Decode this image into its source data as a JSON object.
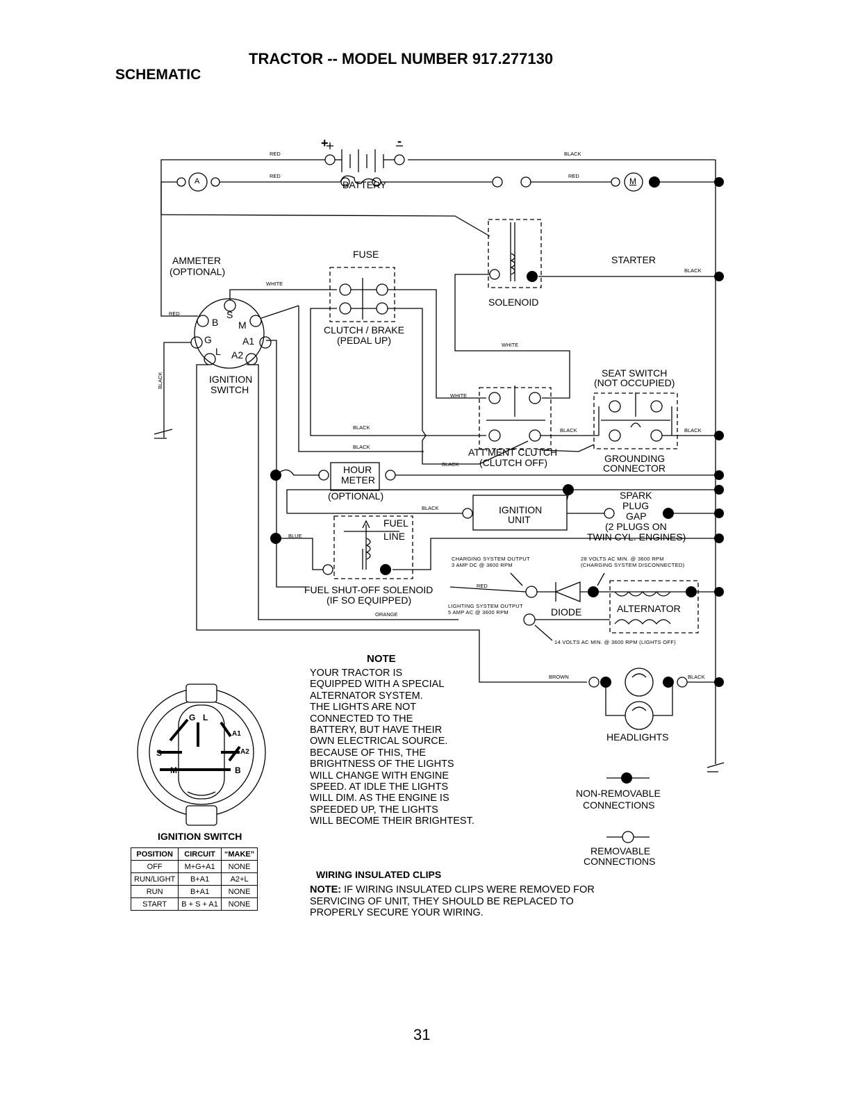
{
  "header": {
    "title": "TRACTOR -- MODEL NUMBER 917.277130",
    "section": "SCHEMATIC"
  },
  "components": {
    "battery": "BATTERY",
    "battery_plus": "+",
    "battery_minus": "-",
    "ammeter": "AMMETER",
    "ammeter_optional": "(OPTIONAL)",
    "ammeter_symbol": "A",
    "fuse": "FUSE",
    "starter": "STARTER",
    "starter_symbol": "M",
    "solenoid": "SOLENOID",
    "clutch_brake_1": "CLUTCH / BRAKE",
    "clutch_brake_2": "(PEDAL UP)",
    "ignition_switch_1": "IGNITION",
    "ignition_switch_2": "SWITCH",
    "seat_switch_1": "SEAT SWITCH",
    "seat_switch_2": "(NOT OCCUPIED)",
    "attment_clutch_1": "ATT'MENT CLUTCH",
    "attment_clutch_2": "(CLUTCH OFF)",
    "grounding_1": "GROUNDING",
    "grounding_2": "CONNECTOR",
    "hour_meter_1": "HOUR",
    "hour_meter_2": "METER",
    "hour_meter_optional": "(OPTIONAL)",
    "ignition_unit_1": "IGNITION",
    "ignition_unit_2": "UNIT",
    "spark_1": "SPARK",
    "spark_2": "PLUG",
    "spark_3": "GAP",
    "spark_4": "(2 PLUGS ON",
    "spark_5": "TWIN CYL. ENGINES)",
    "fuel_1": "FUEL",
    "fuel_2": "LINE",
    "fuel_solenoid_1": "FUEL SHUT-OFF SOLENOID",
    "fuel_solenoid_2": "(IF SO EQUIPPED)",
    "diode": "DIODE",
    "alternator": "ALTERNATOR",
    "headlights": "HEADLIGHTS"
  },
  "terminals": {
    "b": "B",
    "s": "S",
    "m": "M",
    "g": "G",
    "a1": "A1",
    "l": "L",
    "a2": "A2"
  },
  "wires": {
    "red": "RED",
    "black": "BLACK",
    "white": "WHITE",
    "blue": "BLUE",
    "orange": "ORANGE",
    "brown": "BROWN"
  },
  "specs": {
    "charging_1": "CHARGING SYSTEM OUTPUT",
    "charging_2": "3 AMP DC @ 3600 RPM",
    "volts28_1": "28 VOLTS AC MIN. @ 3600 RPM",
    "volts28_2": "(CHARGING SYSTEM DISCONNECTED)",
    "lighting_1": "LIGHTING SYSTEM OUTPUT",
    "lighting_2": "5 AMP AC @ 3600 RPM",
    "volts14": "14 VOLTS AC MIN. @ 3600 RPM (LIGHTS OFF)"
  },
  "note": {
    "title": "NOTE",
    "lines": [
      "YOUR TRACTOR IS",
      "EQUIPPED WITH A SPECIAL",
      "ALTERNATOR SYSTEM.",
      "THE LIGHTS ARE NOT",
      "CONNECTED TO THE",
      "BATTERY, BUT HAVE THEIR",
      "OWN ELECTRICAL SOURCE.",
      "BECAUSE OF THIS, THE",
      "BRIGHTNESS OF THE LIGHTS",
      "WILL CHANGE WITH ENGINE",
      "SPEED.  AT IDLE THE LIGHTS",
      "WILL DIM.  AS THE ENGINE IS",
      "SPEEDED UP, THE LIGHTS",
      "WILL BECOME THEIR BRIGHTEST."
    ]
  },
  "legend": {
    "nonremovable_1": "NON-REMOVABLE",
    "nonremovable_2": "CONNECTIONS",
    "removable_1": "REMOVABLE",
    "removable_2": "CONNECTIONS"
  },
  "ignition_face": {
    "g": "G",
    "l": "L",
    "a1": "A1",
    "a2": "A2",
    "s": "S",
    "m": "M",
    "b": "B"
  },
  "switch_table": {
    "title": "IGNITION SWITCH",
    "headers": [
      "POSITION",
      "CIRCUIT",
      "“MAKE”"
    ],
    "rows": [
      [
        "OFF",
        "M+G+A1",
        "NONE"
      ],
      [
        "RUN/LIGHT",
        "B+A1",
        "A2+L"
      ],
      [
        "RUN",
        "B+A1",
        "NONE"
      ],
      [
        "START",
        "B + S + A1",
        "NONE"
      ]
    ]
  },
  "clips": {
    "title": "WIRING INSULATED CLIPS",
    "note_label": "NOTE:",
    "line1": " IF WIRING INSULATED CLIPS WERE REMOVED FOR",
    "line2": "SERVICING OF UNIT, THEY SHOULD BE REPLACED TO",
    "line3": "PROPERLY SECURE YOUR WIRING."
  },
  "page_number": "31"
}
